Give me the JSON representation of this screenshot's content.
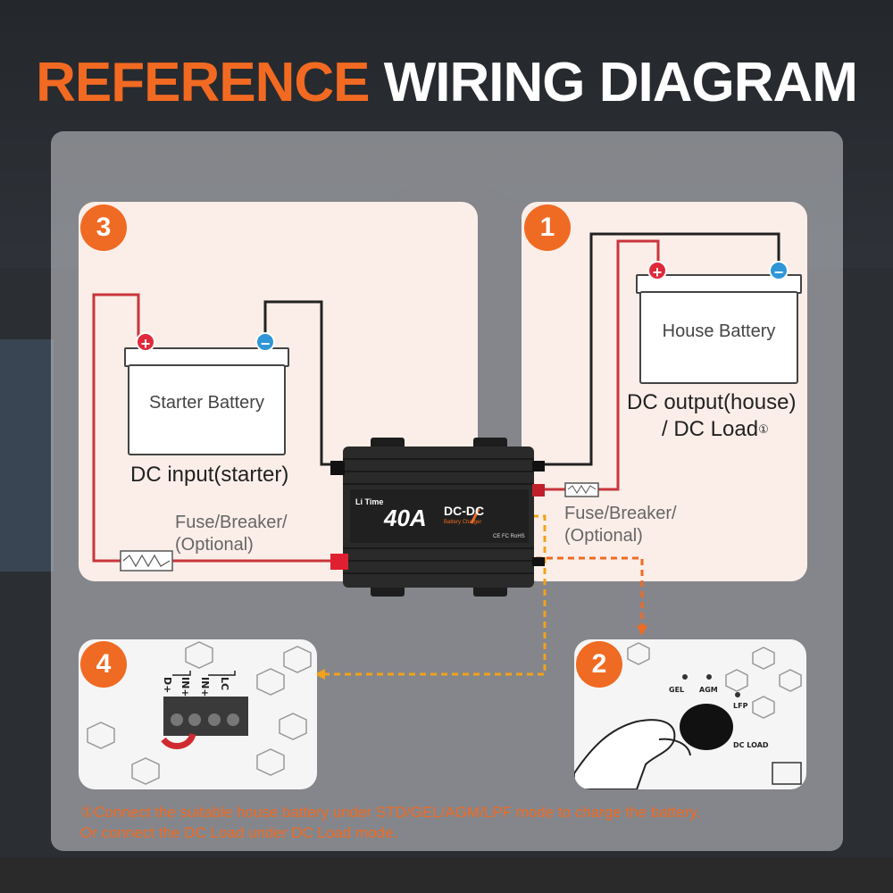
{
  "title": {
    "part1": "REFERENCE",
    "part2": "WIRING DIAGRAM"
  },
  "colors": {
    "accent": "#f26a21",
    "card": "#fbeee8",
    "positive": "#e02a3b",
    "negative": "#2f97d8"
  },
  "step3": {
    "number": "3",
    "battery_label": "Starter Battery",
    "caption": "DC input(starter)",
    "fuse_label_line1": "Fuse/Breaker/",
    "fuse_label_line2": "(Optional)",
    "pos_symbol": "+",
    "neg_symbol": "−"
  },
  "step1": {
    "number": "1",
    "battery_label": "House Battery",
    "caption_line1": "DC output(house)",
    "caption_line2": "/ DC Load",
    "caption_mark": "①",
    "fuse_label_line1": "Fuse/Breaker/",
    "fuse_label_line2": "(Optional)",
    "pos_symbol": "+",
    "neg_symbol": "−"
  },
  "device": {
    "brand": "Li Time",
    "amperage": "40A",
    "type": "DC-DC",
    "subtitle": "Battery Charger",
    "certs": "CE FC RoHS"
  },
  "step4": {
    "number": "4",
    "terminals": [
      "D+",
      "IN+",
      "IN+",
      "LC"
    ]
  },
  "step2": {
    "number": "2",
    "modes": [
      "GEL",
      "AGM",
      "LFP",
      "DC LOAD"
    ]
  },
  "footnote": {
    "line1": "①Connect the suitable house battery under STD/GEL/AGM/LPF mode to charge the battery.",
    "line2": "Or connect the DC Load under DC Load mode."
  }
}
